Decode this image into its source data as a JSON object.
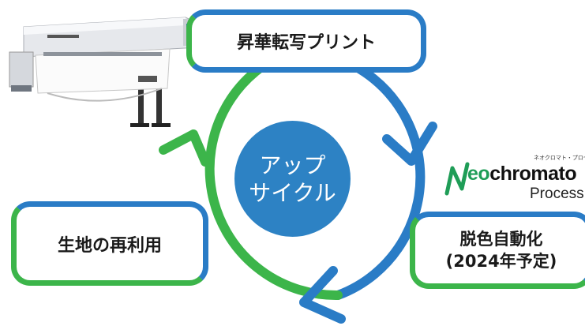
{
  "cycle": {
    "center_label_line1": "アップ",
    "center_label_line2": "サイクル",
    "steps": {
      "print": "昇華転写プリント",
      "decolor_line1": "脱色自動化",
      "decolor_line2": "(2024年予定)",
      "reuse": "生地の再利用"
    }
  },
  "logo": {
    "kana": "ネオクロマト・プロセス",
    "word_neo": "eo",
    "word_rest": "chromato",
    "process": "Process"
  },
  "colors": {
    "blue": "#2a7cc6",
    "green": "#3cb54a",
    "circle_fill": "#2d82c4"
  },
  "icons": {
    "printer": "wide-format-printer-image",
    "logo_mark": "neochromato-n-mark"
  }
}
